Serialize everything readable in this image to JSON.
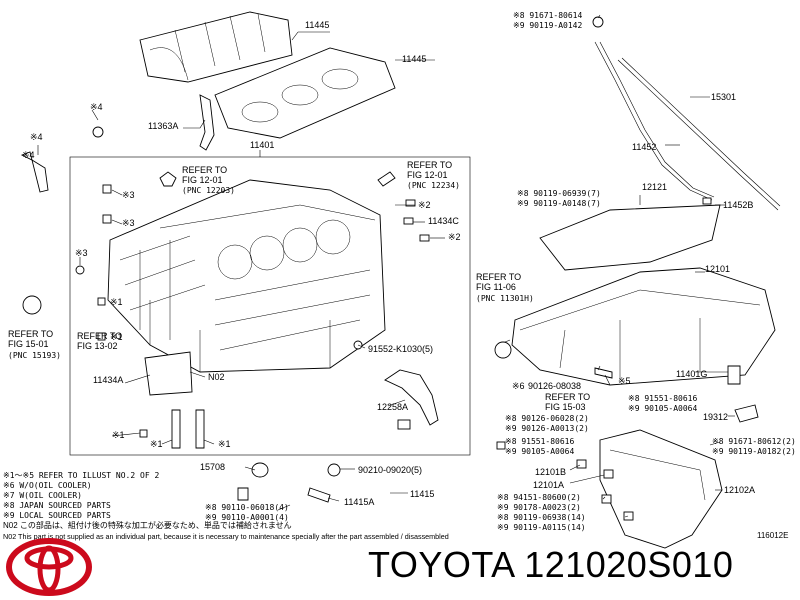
{
  "labels": {
    "p11445a": "11445",
    "p11445b": "11445",
    "p11363a": "11363A",
    "p11401": "11401",
    "p15301": "15301",
    "p11452": "11452",
    "p11452b": "11452B",
    "p12121": "12121",
    "p12101": "12101",
    "p11434c": "11434C",
    "p11434a": "11434A",
    "pN02": "N02",
    "p12258a": "12258A",
    "p11401g": "11401G",
    "p19312": "19312",
    "p15708": "15708",
    "p11415a": "11415A",
    "p11415": "11415",
    "p12101b": "12101B",
    "p12101a": "12101A",
    "p12102a": "12102A",
    "p91552": "91552-K1030(5)",
    "p90210": "90210-09020(5)",
    "p90126_38": "90126-08038",
    "s4a": "※4",
    "s4b": "※4",
    "s4c": "※4",
    "s3a": "※3",
    "s3b": "※3",
    "s2a": "※2",
    "s2b": "※2",
    "s1a": "※1",
    "s1b": "※1",
    "s5": "※5",
    "s6": "※6"
  },
  "refer": {
    "r1": [
      "REFER TO",
      "FIG 12-01",
      "(PNC 12203)"
    ],
    "r2": [
      "REFER TO",
      "FIG 12-01",
      "(PNC 12234)"
    ],
    "r3": [
      "REFER TO",
      "FIG 15-01",
      "(PNC 15193)"
    ],
    "r4": [
      "REFER TO",
      "FIG 13-02"
    ],
    "r5": [
      "REFER TO",
      "FIG 11-06",
      "(PNC 11301H)"
    ],
    "r6": [
      "REFER TO",
      "FIG 15-03"
    ]
  },
  "codes": {
    "top1": "※8 91671-80614",
    "top2": "※9 90119-A0142",
    "c12121a": "※8 90119-06939(7)",
    "c12121b": "※9 90119-A0148(7)",
    "c9112a": "※8 90126-06028(2)",
    "c9112b": "※9 90126-A0013(2)",
    "c9155a": "※8 91551-80616",
    "c9155b": "※9 90105-A0064",
    "c9155c": "※8 91551-80616",
    "c9155d": "※9 90105-A0064",
    "c9167a": "※8 91671-80612(2)",
    "c9167b": "※9 90119-A0182(2)",
    "c9011a": "※8 90110-06018(4)",
    "c9011b": "※9 90110-A0001(4)",
    "c8941a": "※8 94151-80600(2)",
    "c8941b": "※9 90178-A0023(2)",
    "c6901a": "※8 90119-06938(14)",
    "c6901b": "※9 90119-A0115(14)"
  },
  "notes": {
    "n1": "※1～※5 REFER TO ILLUST NO.2 OF 2",
    "n2": "※6 W/O(OIL COOLER)",
    "n3": "※7 W(OIL COOLER)",
    "n4": "※8 JAPAN SOURCED PARTS",
    "n5": "※9 LOCAL SOURCED PARTS",
    "n6": "N02  この部品は、組付け後の特殊な加工が必要なため、単品では補給されません",
    "n7": "N02  This part is not supplied as an individual part, because it is necessary to maintenance specially after the part assembled / disassembled"
  },
  "diagram_id": "116012E",
  "brand_text": "TOYOTA 121020S010",
  "logo": {
    "name": "toyota-logo",
    "color": "#cc0a1c"
  }
}
